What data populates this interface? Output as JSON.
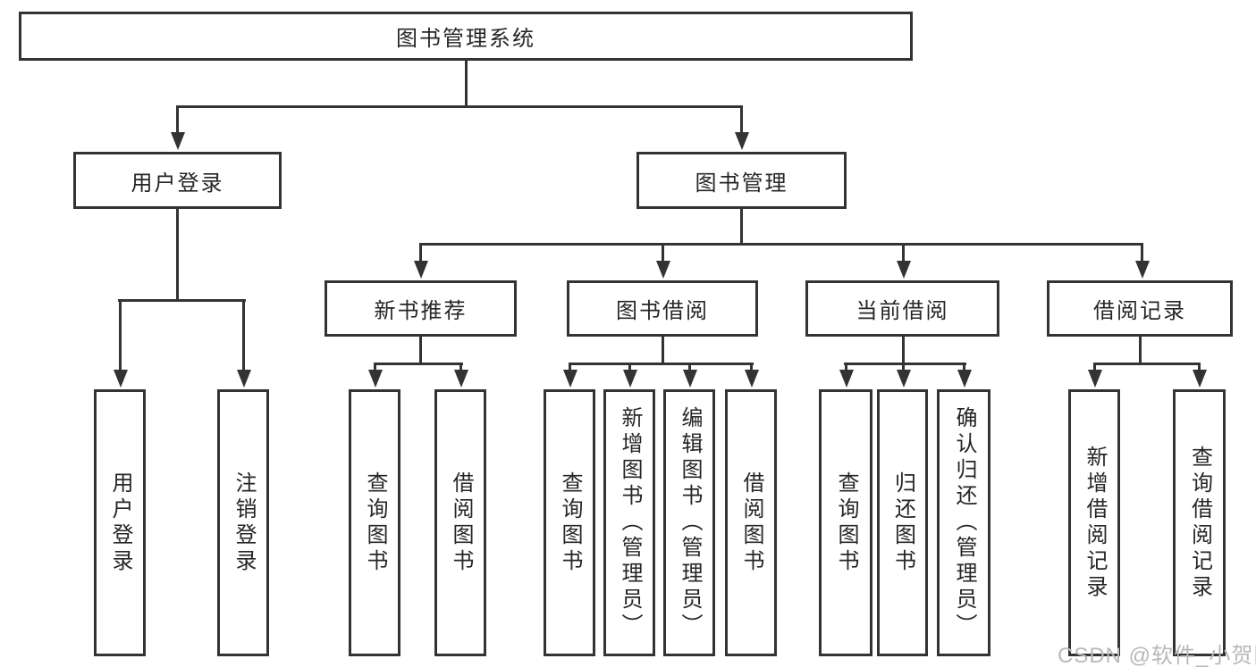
{
  "diagram_title": "图书管理系统",
  "tree": {
    "root": {
      "label": "图书管理系统"
    },
    "branches": [
      {
        "label": "用户登录",
        "children": [
          {
            "label": "用户登录"
          },
          {
            "label": "注销登录"
          }
        ]
      },
      {
        "label": "图书管理",
        "children": [
          {
            "label": "新书推荐",
            "children": [
              {
                "label": "查询图书"
              },
              {
                "label": "借阅图书"
              }
            ]
          },
          {
            "label": "图书借阅",
            "children": [
              {
                "label": "查询图书"
              },
              {
                "label": "新增图书（管理员）"
              },
              {
                "label": "编辑图书（管理员）"
              },
              {
                "label": "借阅图书"
              }
            ]
          },
          {
            "label": "当前借阅",
            "children": [
              {
                "label": "查询图书"
              },
              {
                "label": "归还图书"
              },
              {
                "label": "确认归还（管理员）"
              }
            ]
          },
          {
            "label": "借阅记录",
            "children": [
              {
                "label": "新增借阅记录"
              },
              {
                "label": "查询借阅记录"
              }
            ]
          }
        ]
      }
    ]
  },
  "watermark": {
    "text": "CSDN @软件_小贺同学"
  },
  "colors": {
    "line": "#333333",
    "border": "#333333",
    "bg": "#ffffff",
    "text": "#262626",
    "watermark": "#b8b8b8",
    "background": "#ffffff"
  }
}
